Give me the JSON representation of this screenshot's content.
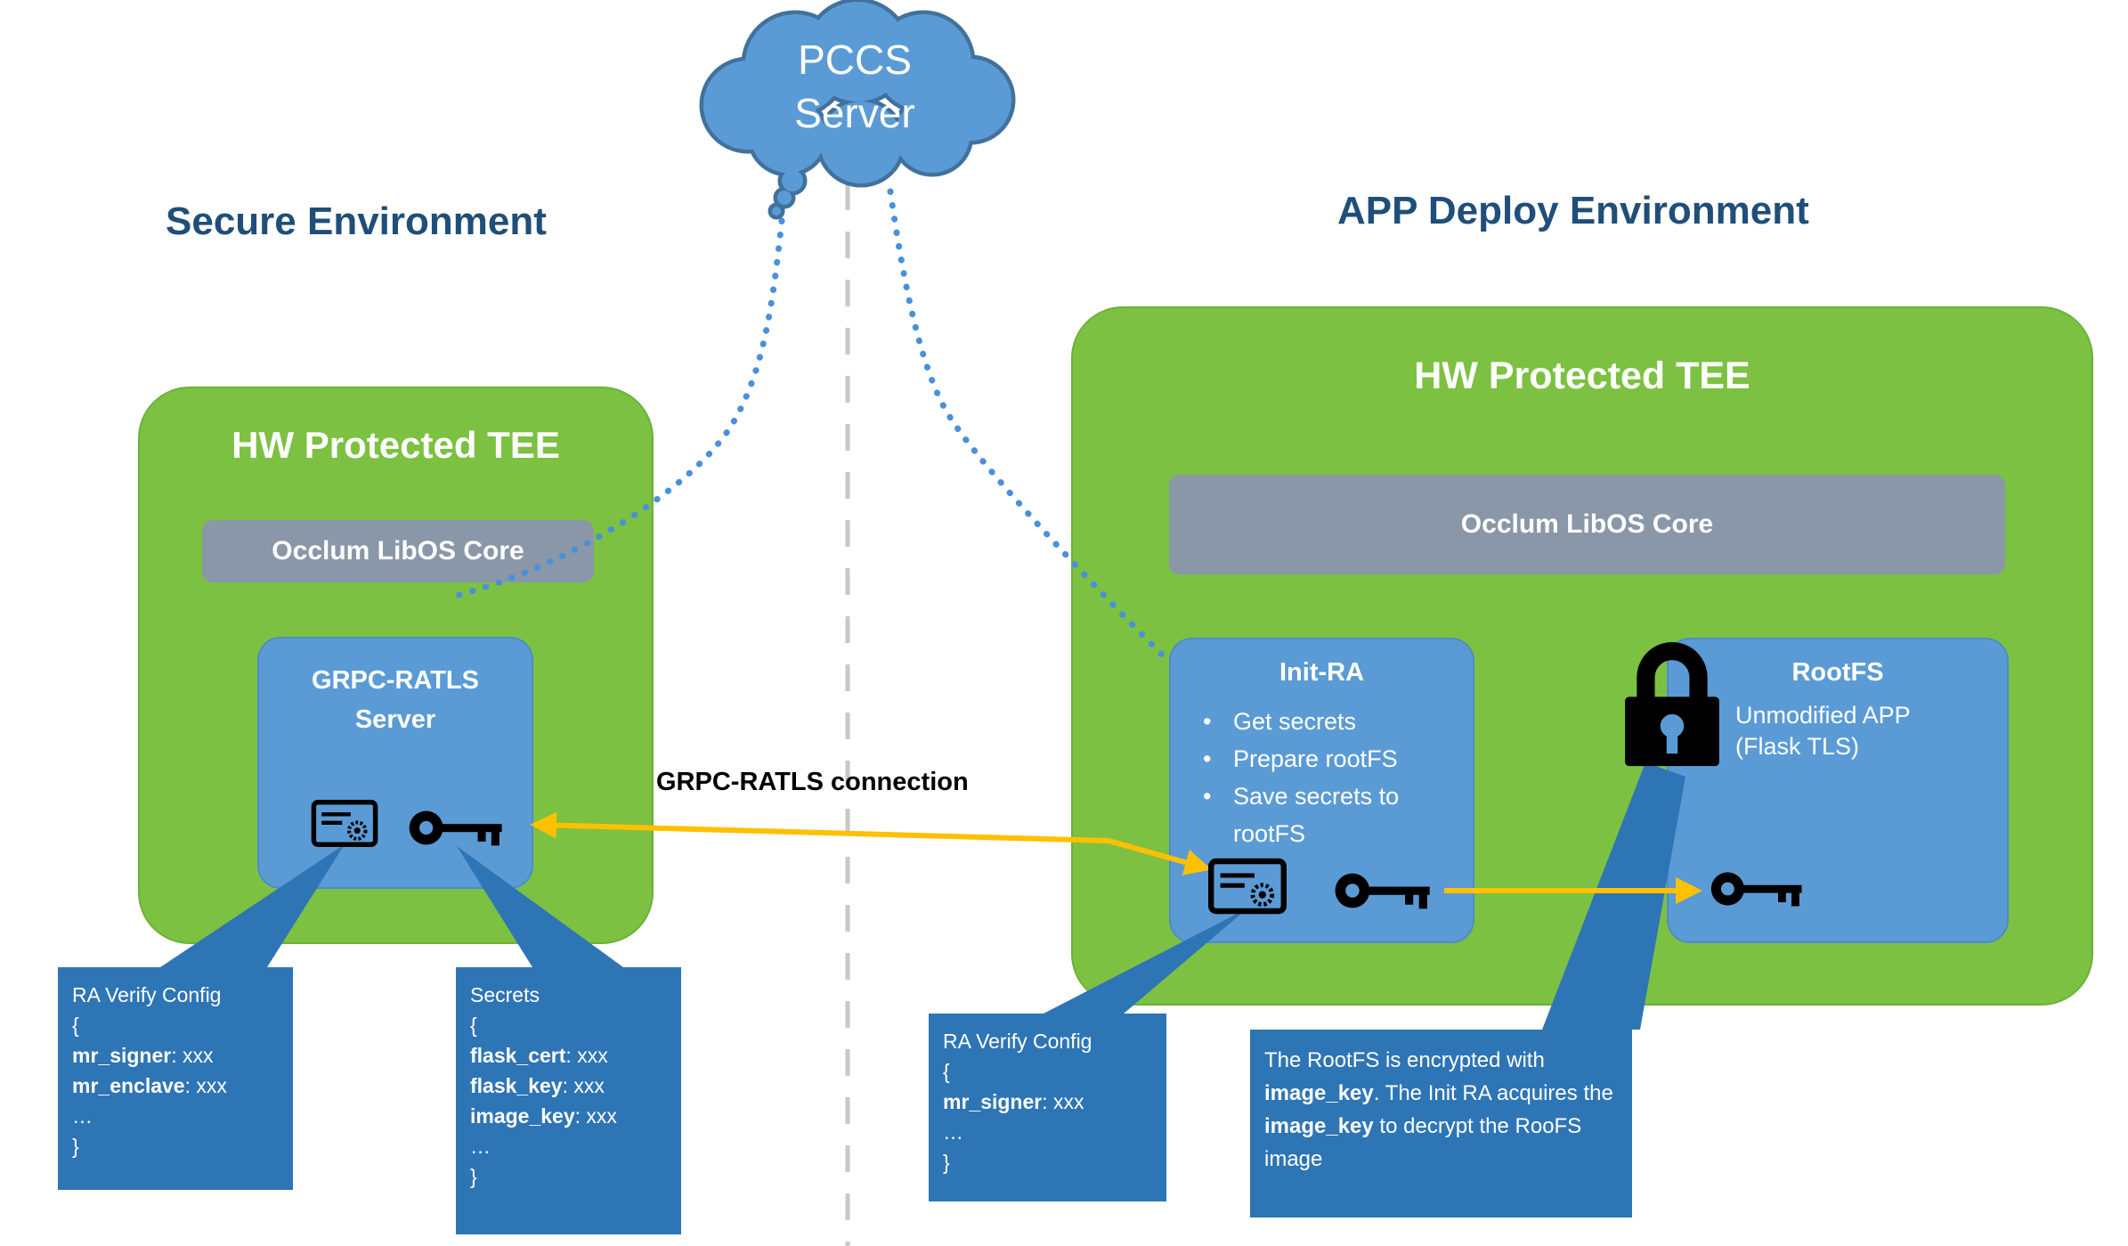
{
  "cloud": {
    "label_line1": "PCCS",
    "label_line2": "Server"
  },
  "headings": {
    "secure": "Secure Environment",
    "deploy": "APP Deploy Environment"
  },
  "left_tee": {
    "title": "HW Protected TEE",
    "occlum": "Occlum LibOS Core",
    "server_line1": "GRPC-RATLS",
    "server_line2": "Server"
  },
  "connection_label": "GRPC-RATLS connection",
  "right_tee": {
    "title": "HW Protected TEE",
    "occlum": "Occlum LibOS Core",
    "init_ra": {
      "title": "Init-RA",
      "bullet_char": "•",
      "bullets": [
        "Get secrets",
        "Prepare rootFS",
        "Save secrets to rootFS"
      ]
    },
    "rootfs": {
      "title": "RootFS",
      "subtitle": "Unmodified APP (Flask TLS)"
    }
  },
  "callouts": {
    "ra_verify_left": {
      "title": "RA Verify Config",
      "open_brace": "{",
      "fields": [
        {
          "key": "mr_signer",
          "value": ": xxx"
        },
        {
          "key": "mr_enclave",
          "value": ": xxx"
        }
      ],
      "ellipsis": "…",
      "close_brace": "}"
    },
    "secrets": {
      "title": "Secrets",
      "open_brace": "{",
      "fields": [
        {
          "key": "flask_cert",
          "value": ": xxx"
        },
        {
          "key": "flask_key",
          "value": ": xxx"
        },
        {
          "key": "image_key",
          "value": ": xxx"
        }
      ],
      "ellipsis": "…",
      "close_brace": "}"
    },
    "ra_verify_right": {
      "title": "RA Verify Config",
      "open_brace": "{",
      "fields": [
        {
          "key": "mr_signer",
          "value": ": xxx"
        }
      ],
      "ellipsis": "…",
      "close_brace": "}"
    },
    "rootfs_note": {
      "segments": [
        "The RootFS is encrypted with ",
        "image_key",
        ". The Init RA acquires the ",
        "image_key",
        " to decrypt the RooFS image"
      ]
    }
  },
  "icons": {
    "certificate": "certificate-seal-icon",
    "key": "key-icon",
    "padlock": "padlock-icon",
    "cloud": "cloud-shape"
  },
  "colors": {
    "green": "#7CC142",
    "blue": "#5B9BD5",
    "slate_gray": "#8A97A8",
    "dark_blue": "#2E75B6",
    "heading_blue": "#1F4E79",
    "orange": "#FFC000",
    "cloud_stroke": "#41719C",
    "divider_gray": "#C8C8C8"
  }
}
